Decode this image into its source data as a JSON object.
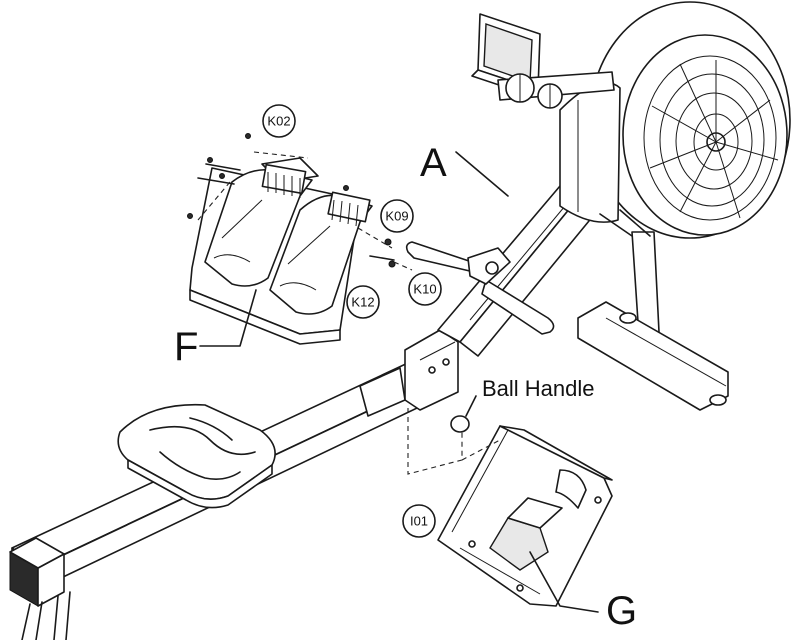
{
  "labels": {
    "A": "A",
    "F": "F",
    "G": "G",
    "ball_handle": "Ball Handle"
  },
  "part_tags": {
    "k02": "K02",
    "k09": "K09",
    "k10": "K10",
    "k12": "K12",
    "i01": "I01"
  }
}
